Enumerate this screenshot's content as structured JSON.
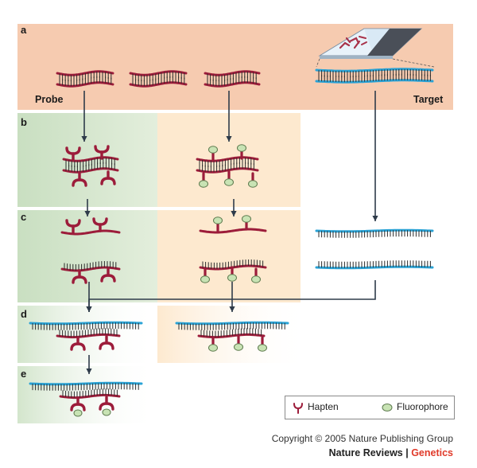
{
  "panels": {
    "a": "a",
    "b": "b",
    "c": "c",
    "d": "d",
    "e": "e"
  },
  "labels": {
    "probe": "Probe",
    "target": "Target"
  },
  "legend": {
    "hapten": "Hapten",
    "fluorophore": "Fluorophore"
  },
  "footer": {
    "copyright": "Copyright © 2005 Nature Publishing Group",
    "journal_prefix": "Nature Reviews | ",
    "journal_name": "Genetics"
  },
  "colors": {
    "panel_a_bg": "#f6cbb0",
    "green_bg": "#d7e6d0",
    "peach_bg": "#fde9cf",
    "probe_strand": "#9c1c3a",
    "target_strand": "#2aa3d6",
    "arrow": "#2e3b4a",
    "fluorophore_fill": "#c8e3b4",
    "accent": "#e03a2a"
  }
}
